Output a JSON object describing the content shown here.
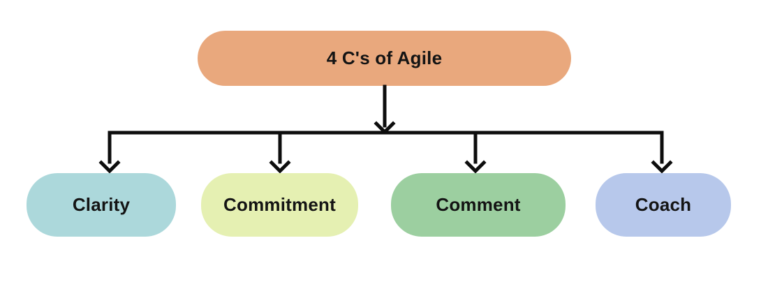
{
  "diagram": {
    "title": "4 C's of Agile",
    "background_color": "#ffffff",
    "connector_color": "#0d0d0d",
    "root": {
      "label": "4 C's of Agile",
      "color": "#e9a87d"
    },
    "children": [
      {
        "label": "Clarity",
        "color": "#acd8db"
      },
      {
        "label": "Commitment",
        "color": "#e5f0b2"
      },
      {
        "label": "Comment",
        "color": "#9ccfa0"
      },
      {
        "label": "Coach",
        "color": "#b7c8eb"
      }
    ]
  }
}
